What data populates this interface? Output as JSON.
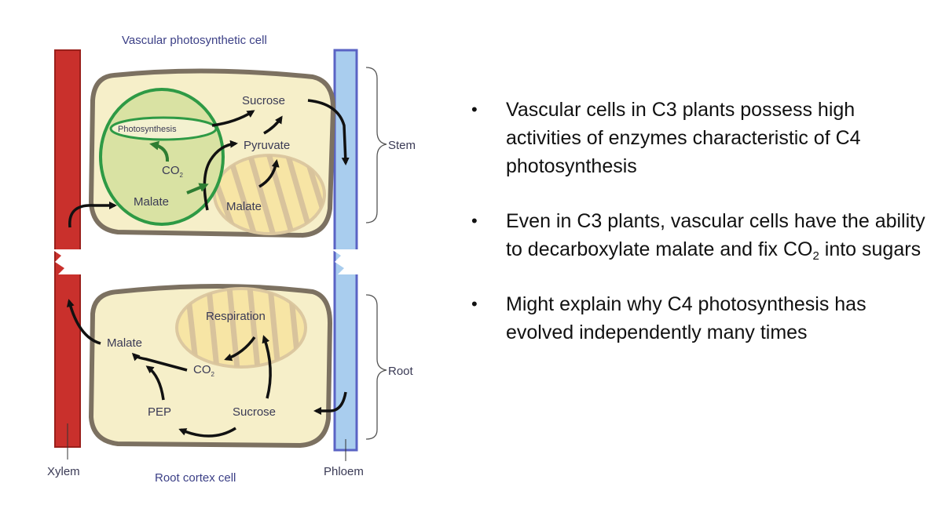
{
  "diagram": {
    "top_cell_title": "Vascular photosynthetic cell",
    "bottom_cell_title": "Root cortex cell",
    "xylem_label": "Xylem",
    "phloem_label": "Phloem",
    "stem_label": "Stem",
    "root_label": "Root",
    "stem_cell": {
      "photosynthesis": "Photosynthesis",
      "co2": "CO",
      "co2_sub": "2",
      "malate_chloroplast": "Malate",
      "malate_mitochondrion": "Malate",
      "pyruvate": "Pyruvate",
      "sucrose": "Sucrose"
    },
    "root_cell": {
      "respiration": "Respiration",
      "malate": "Malate",
      "co2": "CO",
      "co2_sub": "2",
      "pep": "PEP",
      "sucrose": "Sucrose"
    },
    "colors": {
      "xylem": "#c9302c",
      "phloem": "#a9cdee",
      "phloem_border": "#5a63c4",
      "cell_fill": "#f6efc9",
      "cell_wall": "#7c7161",
      "chloroplast_fill": "#d9e2a3",
      "chloroplast_border": "#2e9a45",
      "mitochondrion_fill": "#f7e5a5",
      "mitochondrion_stripes": "#dcc8a0"
    }
  },
  "bullets": [
    {
      "text": "Vascular cells in C3 plants possess high activities of enzymes characteristic of C4 photosynthesis"
    },
    {
      "pre": "Even in C3 plants, vascular cells have the ability to decarboxylate malate and fix CO",
      "sub": "2",
      "post": " into sugars"
    },
    {
      "text": "Might explain why C4 photosynthesis has evolved independently many times"
    }
  ]
}
